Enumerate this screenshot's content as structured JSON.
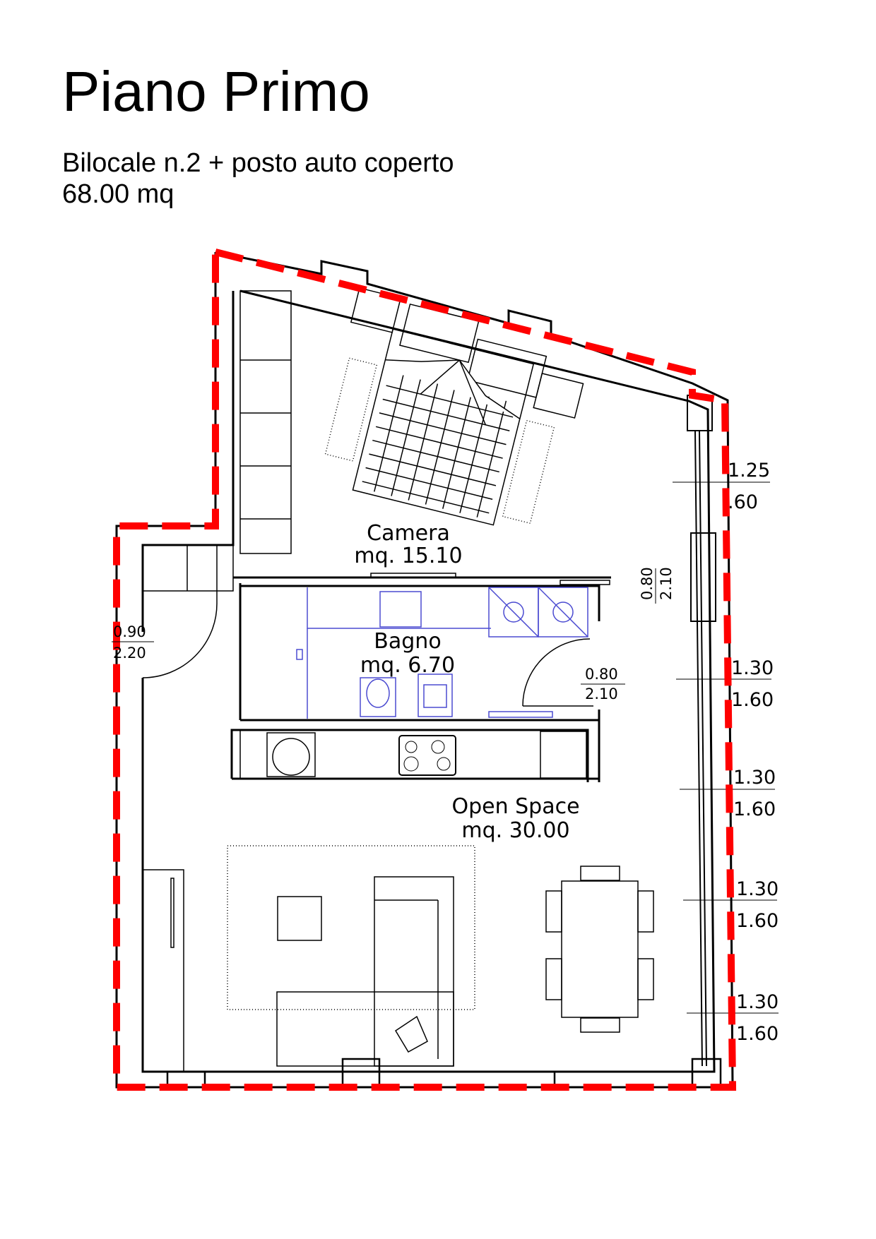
{
  "header": {
    "title": "Piano Primo",
    "subtitle": "Bilocale n.2 + posto auto coperto",
    "area": "68.00 mq"
  },
  "rooms": [
    {
      "name": "Camera",
      "area": "mq. 15.10"
    },
    {
      "name": "Bagno",
      "area": "mq. 6.70"
    },
    {
      "name": "Open Space",
      "area": "mq. 30.00"
    }
  ],
  "doors": [
    {
      "width": "0.90",
      "height": "2.20"
    },
    {
      "width": "0.80",
      "height": "2.10"
    },
    {
      "width": "0.80",
      "height": "2.10"
    }
  ],
  "windows": [
    {
      "width": "1.25",
      "height": ".60"
    },
    {
      "width": "1.30",
      "height": "1.60"
    },
    {
      "width": "1.30",
      "height": "1.60"
    },
    {
      "width": "1.30",
      "height": "1.60"
    },
    {
      "width": "1.30",
      "height": "1.60"
    }
  ],
  "colors": {
    "boundary": "#ff0000",
    "walls": "#000000",
    "fixtures": "#4b4bd1"
  }
}
